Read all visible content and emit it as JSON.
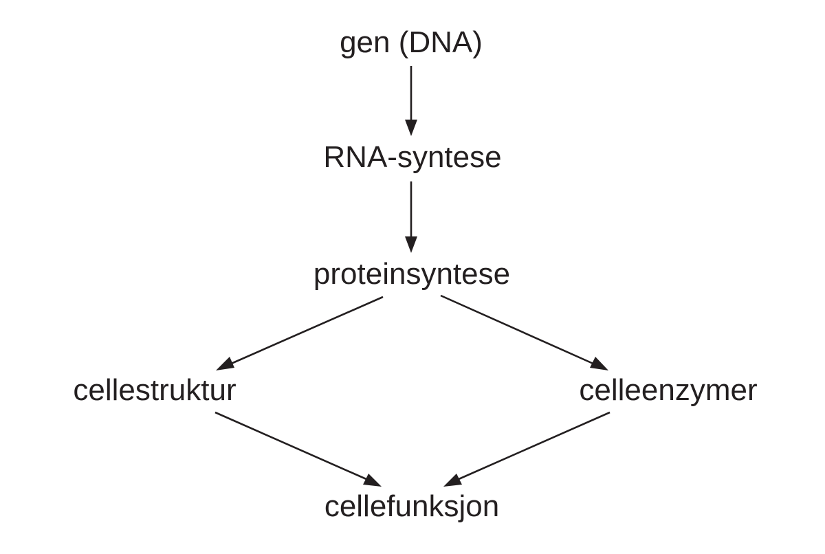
{
  "nodes": {
    "gene": "gen (DNA)",
    "rna_synthesis": "RNA-syntese",
    "protein_synthesis": "proteinsyntese",
    "cell_structure": "cellestruktur",
    "cell_enzymes": "celleenzymer",
    "cell_function": "cellefunksjon"
  },
  "edges": [
    {
      "from": "gene",
      "to": "rna_synthesis"
    },
    {
      "from": "rna_synthesis",
      "to": "protein_synthesis"
    },
    {
      "from": "protein_synthesis",
      "to": "cell_structure"
    },
    {
      "from": "protein_synthesis",
      "to": "cell_enzymes"
    },
    {
      "from": "cell_structure",
      "to": "cell_function"
    },
    {
      "from": "cell_enzymes",
      "to": "cell_function"
    }
  ],
  "colors": {
    "ink": "#231f20",
    "background": "#ffffff"
  }
}
